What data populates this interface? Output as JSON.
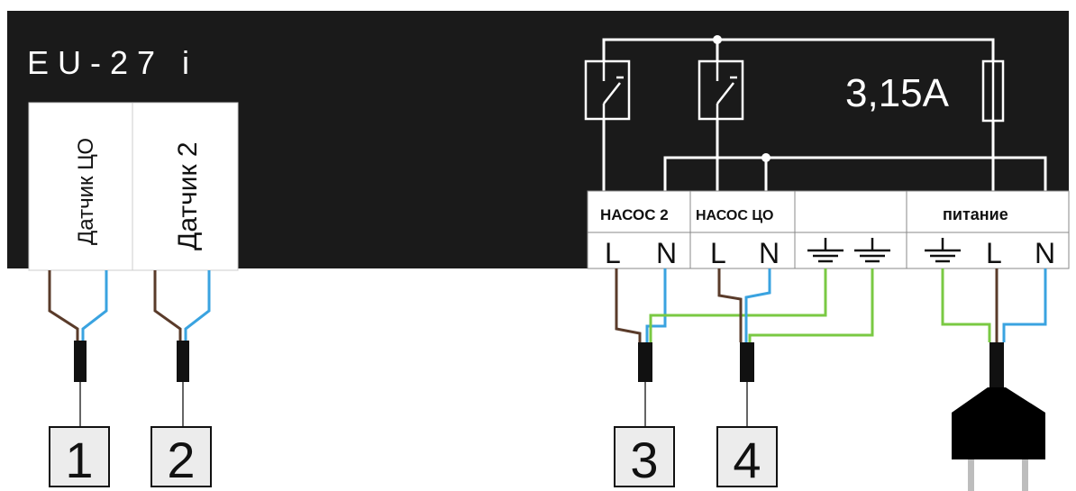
{
  "device": {
    "model_label": "E U - 2 7   i"
  },
  "sensors": [
    {
      "label": "Датчик ЦО"
    },
    {
      "label": "Датчик 2"
    }
  ],
  "terminal_headers": {
    "pump2": "НАСОС 2",
    "pump_co": "НАСОС ЦО",
    "power": "питание"
  },
  "terminals": {
    "pump2_L": "L",
    "pump2_N": "N",
    "pump_co_L": "L",
    "pump_co_N": "N",
    "power_L": "L",
    "power_N": "N"
  },
  "fuse": {
    "rating": "3,15A"
  },
  "connector_numbers": [
    "1",
    "2",
    "3",
    "4"
  ],
  "colors": {
    "panel": "#1a1a1a",
    "phase_wire": "#5a3b2a",
    "neutral_wire": "#3aa3e0",
    "earth_wire": "#7ac943",
    "line": "#ffffff",
    "plug": "#000000",
    "plug_pins": "#bdbdbd"
  },
  "icons": [
    "relay-switch-icon",
    "fuse-icon",
    "ground-icon",
    "plug-icon"
  ]
}
